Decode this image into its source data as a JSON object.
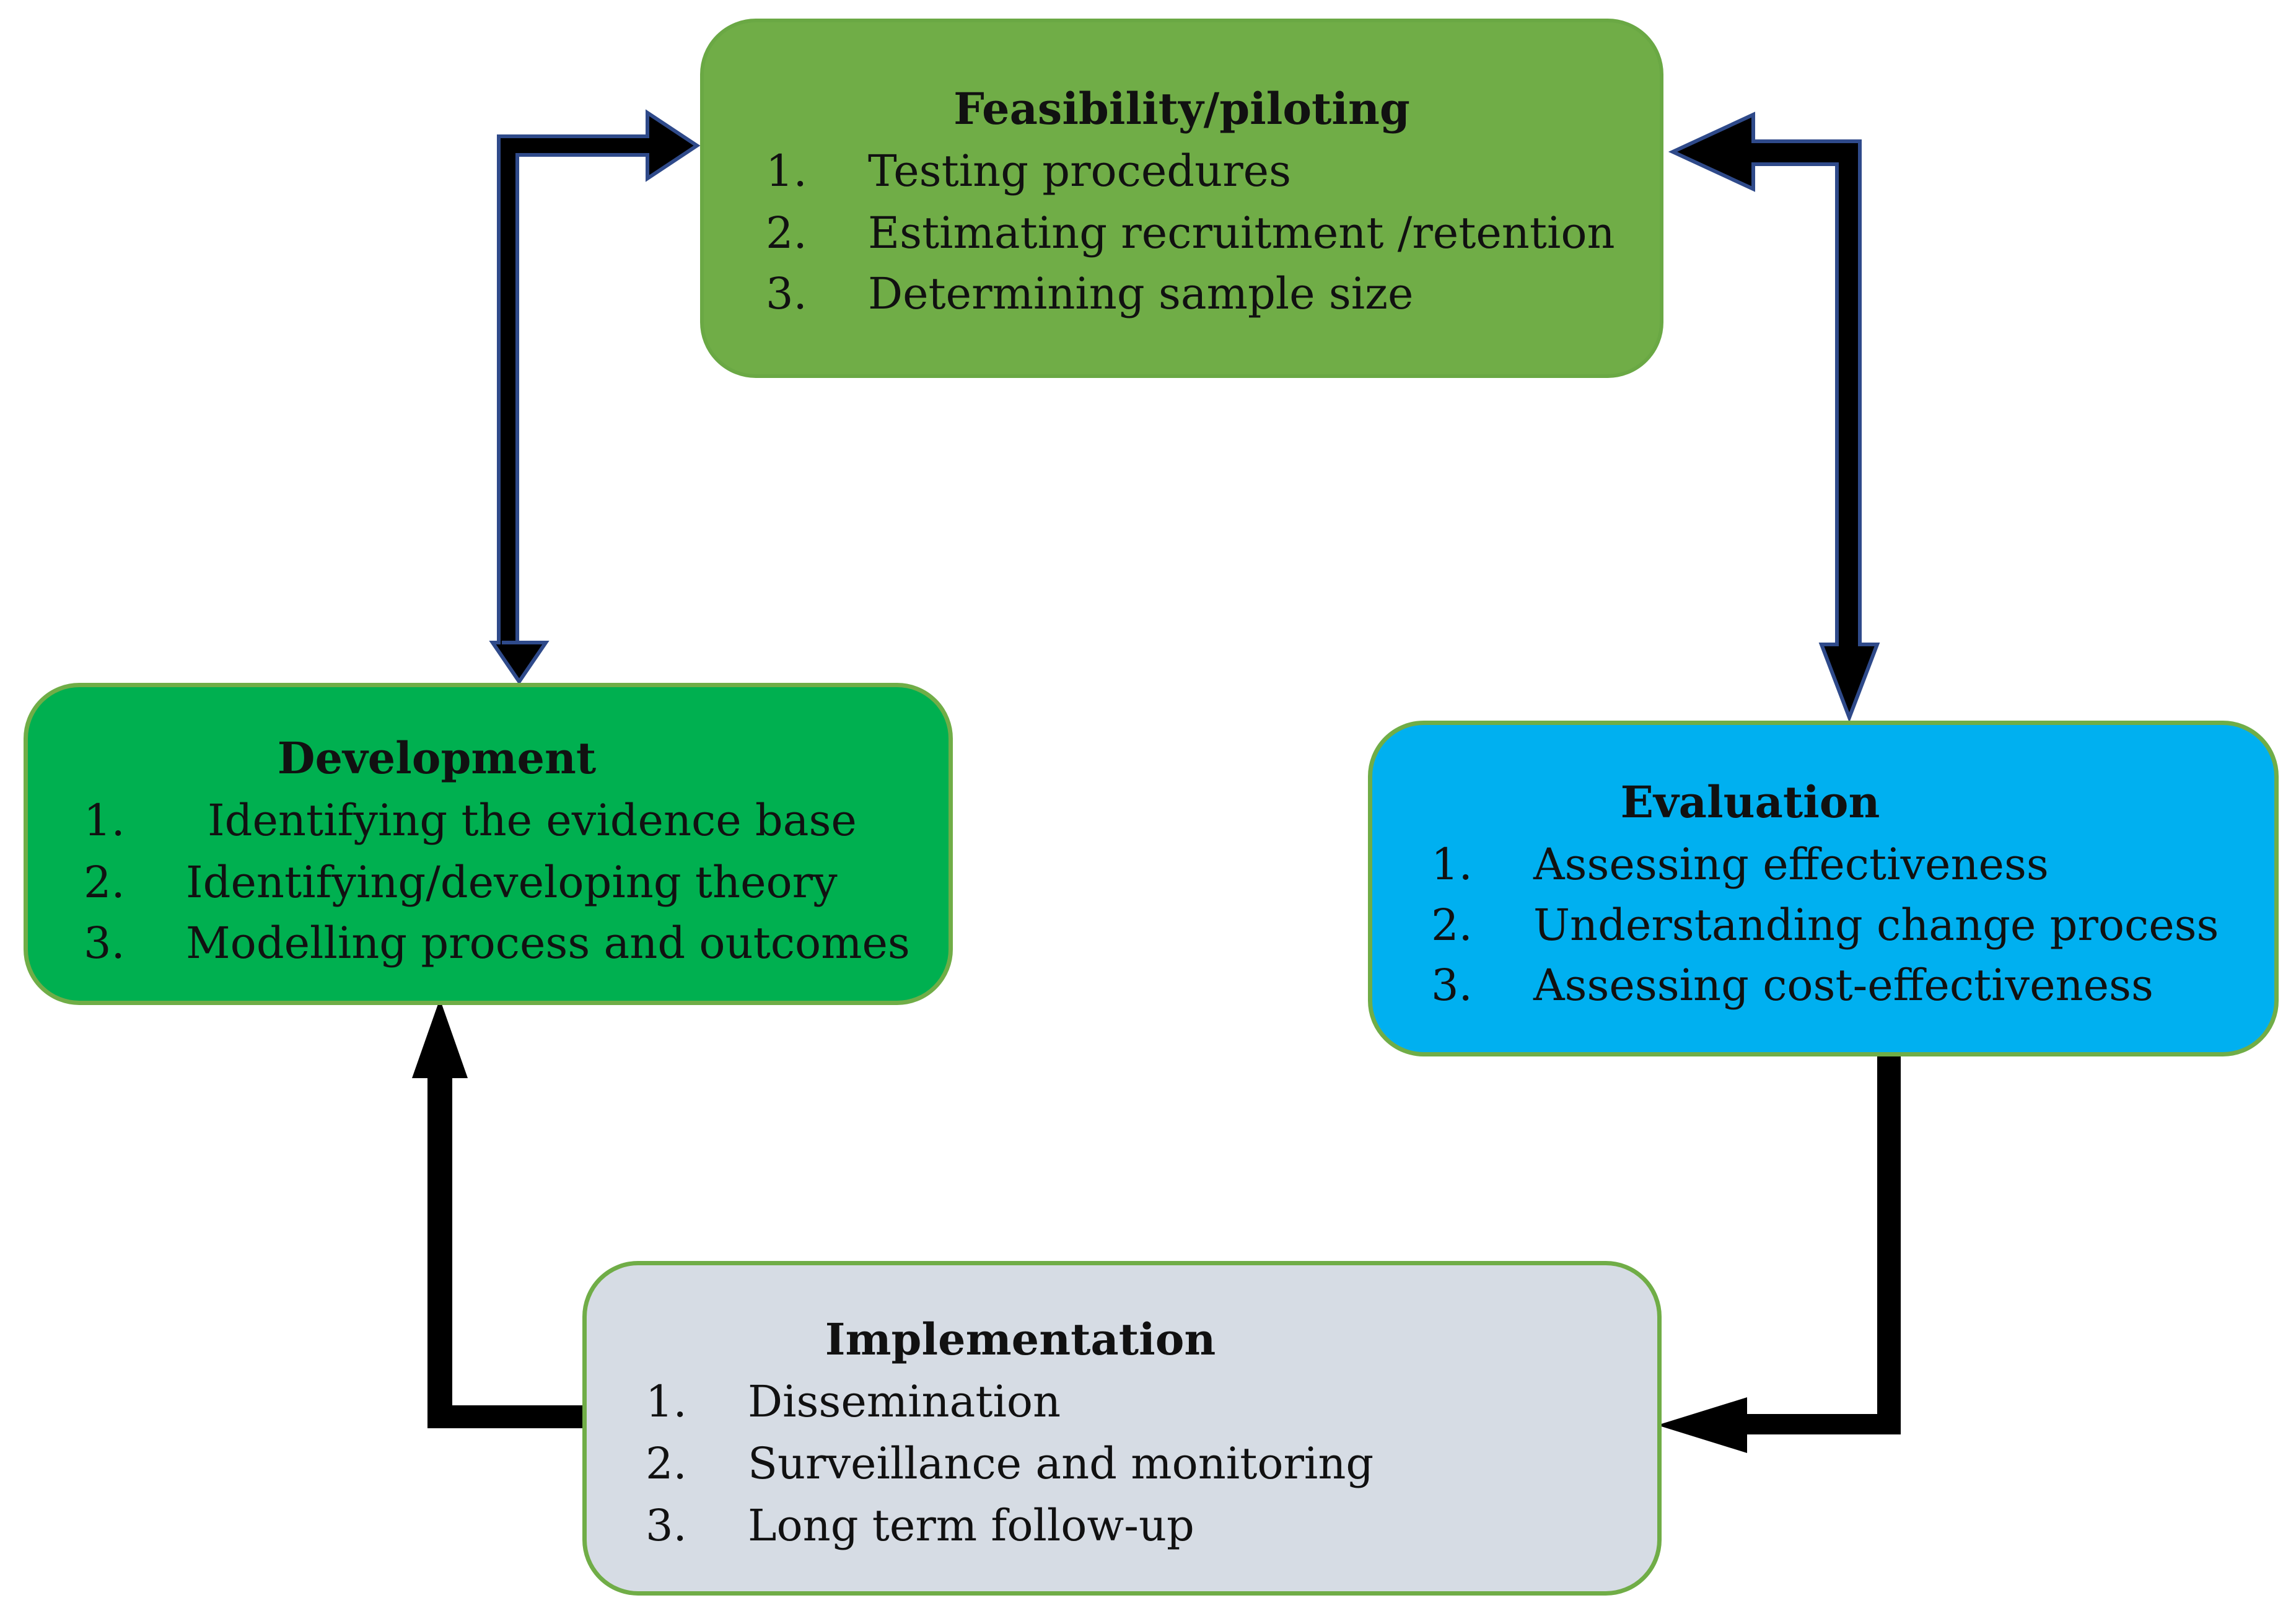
{
  "colors": {
    "feasibility_fill": "#70AD47",
    "development_fill": "#00B050",
    "evaluation_fill": "#00B0F0",
    "implementation_fill": "#D6DCE4",
    "box_border": "#70AD47",
    "arrow_fill": "#000000",
    "arrow_outline": "#2F4A8A"
  },
  "boxes": {
    "feasibility": {
      "title": "Feasibility/piloting",
      "items": [
        {
          "num": "1.",
          "text": "Testing procedures"
        },
        {
          "num": "2.",
          "text": "Estimating recruitment /retention"
        },
        {
          "num": "3.",
          "text": "Determining sample size"
        }
      ]
    },
    "development": {
      "title": "Development",
      "items": [
        {
          "num": "1.",
          "text": "Identifying the evidence base"
        },
        {
          "num": "2.",
          "text": "Identifying/developing theory"
        },
        {
          "num": "3.",
          "text": "Modelling process and outcomes"
        }
      ]
    },
    "evaluation": {
      "title": "Evaluation",
      "items": [
        {
          "num": "1.",
          "text": "Assessing effectiveness"
        },
        {
          "num": "2.",
          "text": "Understanding change process"
        },
        {
          "num": "3.",
          "text": "Assessing cost-effectiveness"
        }
      ]
    },
    "implementation": {
      "title": "Implementation",
      "items": [
        {
          "num": "1.",
          "text": "Dissemination"
        },
        {
          "num": "2.",
          "text": "Surveillance and monitoring"
        },
        {
          "num": "3.",
          "text": "Long term follow-up"
        }
      ]
    }
  },
  "connections": [
    {
      "from": "development",
      "to": "feasibility",
      "direction": "both"
    },
    {
      "from": "feasibility",
      "to": "evaluation",
      "direction": "both"
    },
    {
      "from": "evaluation",
      "to": "implementation",
      "direction": "one-way"
    },
    {
      "from": "implementation",
      "to": "development",
      "direction": "one-way"
    }
  ]
}
